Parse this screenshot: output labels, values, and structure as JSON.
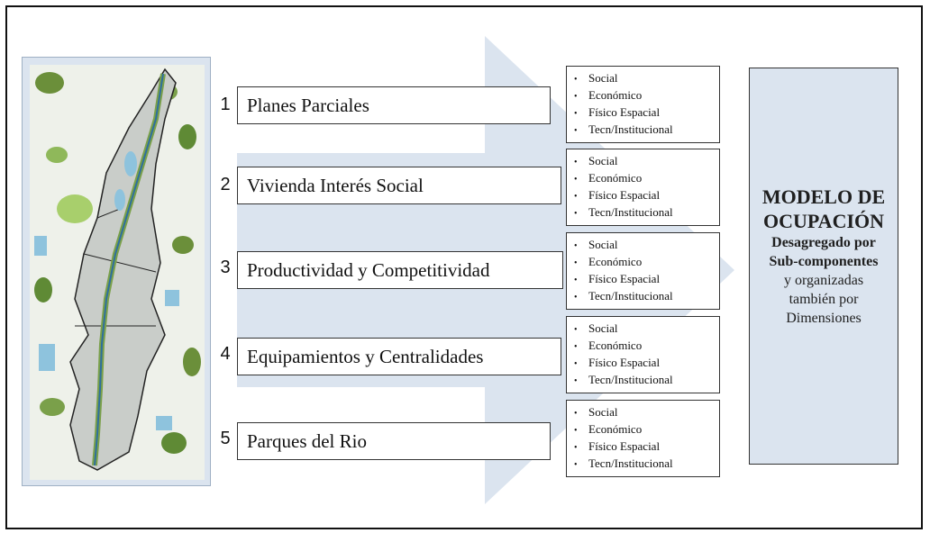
{
  "components": [
    {
      "number": "1",
      "label": "Planes Parciales"
    },
    {
      "number": "2",
      "label": "Vivienda Interés Social"
    },
    {
      "number": "3",
      "label": "Productividad y Competitividad"
    },
    {
      "number": "4",
      "label": "Equipamientos y Centralidades"
    },
    {
      "number": "5",
      "label": "Parques del Rio"
    }
  ],
  "dimensions": [
    "Social",
    "Económico",
    "Físico Espacial",
    "Tecn/Institucional"
  ],
  "model": {
    "title_line1": "MODELO DE",
    "title_line2": "OCUPACIÓN",
    "bold_line1": "Desagregado por",
    "bold_line2": "Sub-componentes",
    "line1": "y organizadas",
    "line2": "también por",
    "line3": "Dimensiones"
  },
  "colors": {
    "arrow": "#dbe4ef",
    "panel": "#dbe4ef",
    "border": "#333333"
  }
}
